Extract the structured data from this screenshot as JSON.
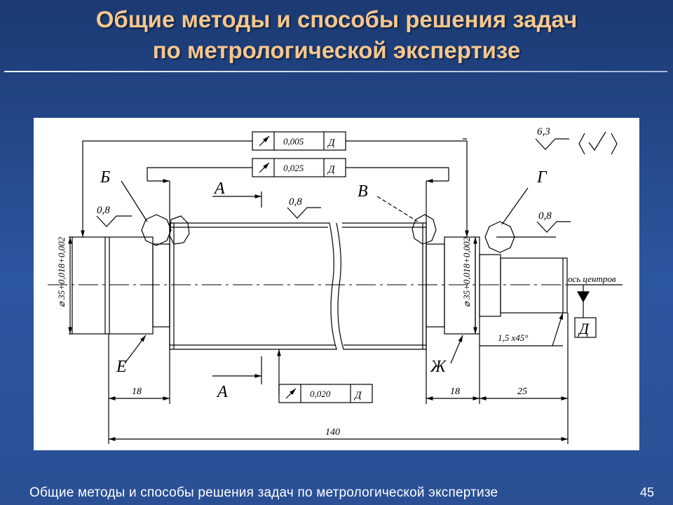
{
  "slide": {
    "title_line1": "Общие методы и способы решения задач",
    "title_line2": "по метрологической экспертизе",
    "footer": "Общие методы и способы решения задач по метрологической экспертизе",
    "page_number": "45"
  },
  "drawing": {
    "letters": {
      "B_cyr": "Б",
      "A_top": "А",
      "V": "В",
      "G": "Г",
      "E": "Е",
      "A_bottom": "А",
      "Zh": "Ж",
      "D": "Д"
    },
    "tolerance_frames": [
      {
        "value": "0,005",
        "datum": "Д"
      },
      {
        "value": "0,025",
        "datum": "Д"
      },
      {
        "value": "0,020",
        "datum": "Д"
      }
    ],
    "roughness": {
      "general": "6,3",
      "left": "0,8",
      "middle": "0,8",
      "right": "0,8"
    },
    "diameters": {
      "left": "⌀ 35+0,018+0,002",
      "right": "⌀ 35+0,018+0,002"
    },
    "dimensions": {
      "left_18": "18",
      "right_18": "18",
      "right_25": "25",
      "total_140": "140",
      "chamfer": "1,5 x45°"
    },
    "center_axis_label": "ось центров"
  }
}
